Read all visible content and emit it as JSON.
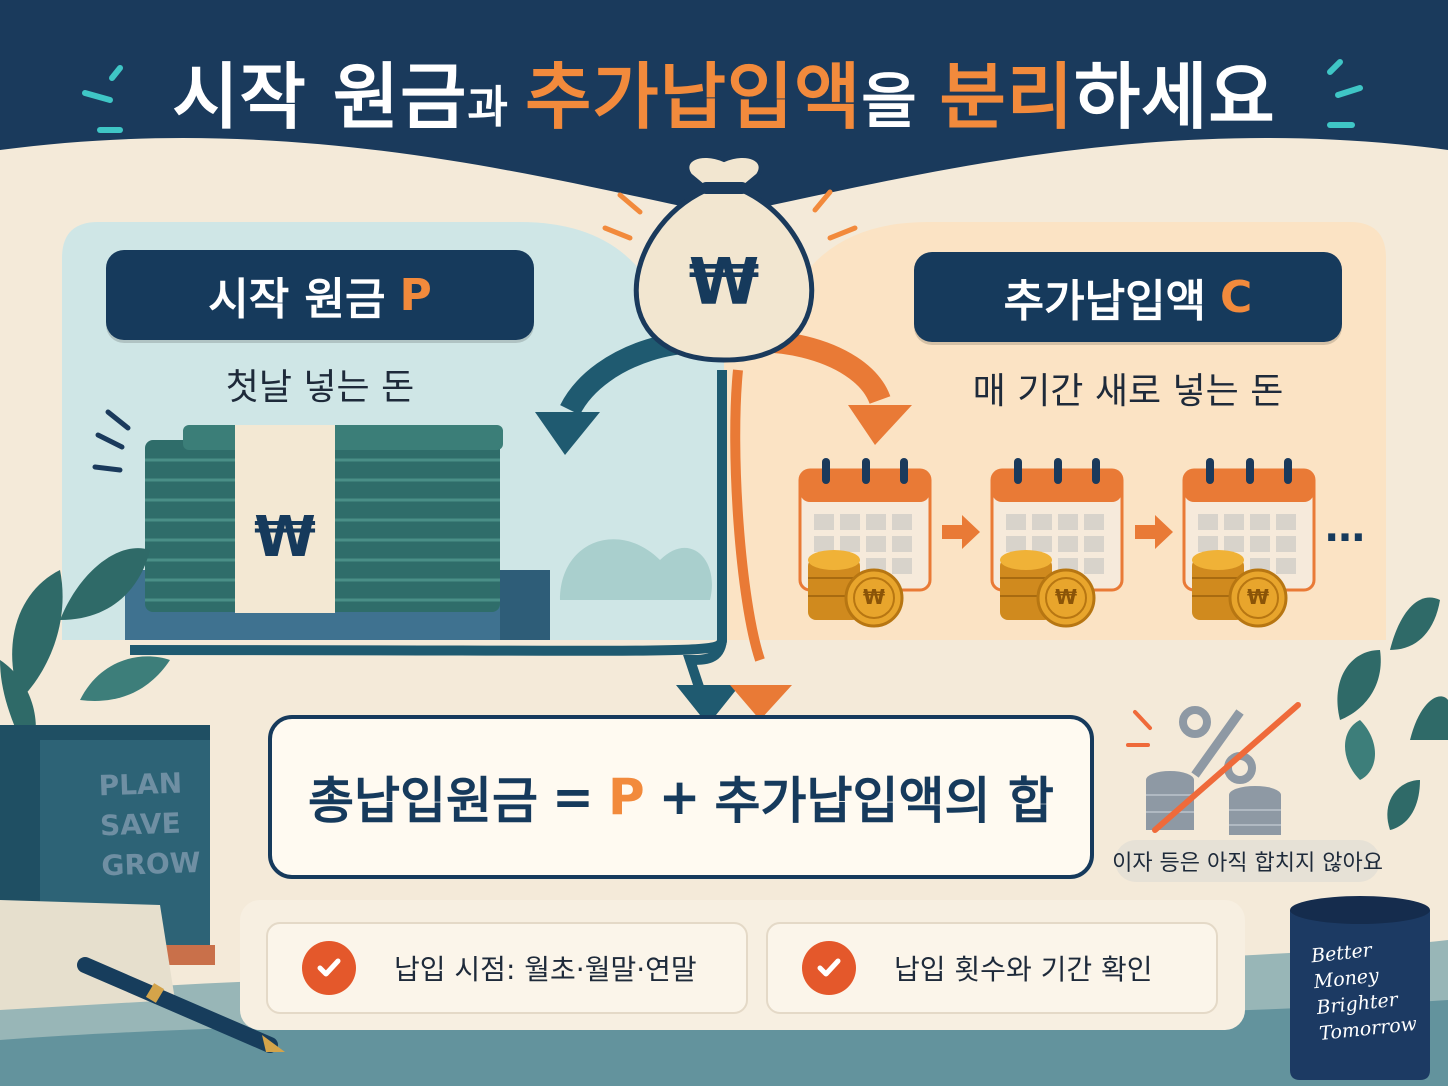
{
  "title": {
    "part1": "시작 원금",
    "part2": "과 ",
    "part3": "추가납입액",
    "part4": "을 ",
    "part5": "분리",
    "part6": "하세요"
  },
  "left": {
    "label": "시작 원금",
    "variable": "P",
    "description": "첫날 넣는 돈"
  },
  "right": {
    "label": "추가납입액",
    "variable": "C",
    "description": "매 기간 새로 넣는 돈"
  },
  "currency_symbol": "₩",
  "ellipsis": "…",
  "formula": {
    "lhs": "총납입원금",
    "equals": "=",
    "p": "P",
    "plus": "+",
    "rhs": "추가납입액의 합"
  },
  "interest_note": "이자 등은 아직 합치지 않아요",
  "checklist": [
    {
      "text": "납입 시점: 월초·월말·연말"
    },
    {
      "text": "납입 횟수와 기간 확인"
    }
  ],
  "book_text": [
    "PLAN",
    "SAVE",
    "GROW"
  ],
  "mug_text": [
    "Better",
    "Money",
    "Brighter",
    "Tomorrow"
  ],
  "colors": {
    "navy": "#163a5c",
    "orange": "#f28a3c",
    "cream": "#f4ead9",
    "teal_panel": "#cfe6e6",
    "peach_panel": "#fbe3c4",
    "check_red": "#e4582b"
  },
  "icons": [
    "money-bag-icon",
    "cash-stack-icon",
    "calendar-icon",
    "coin-icon",
    "percent-icon",
    "check-icon",
    "book-icon",
    "pen-icon",
    "mug-icon",
    "leaf-icon"
  ]
}
